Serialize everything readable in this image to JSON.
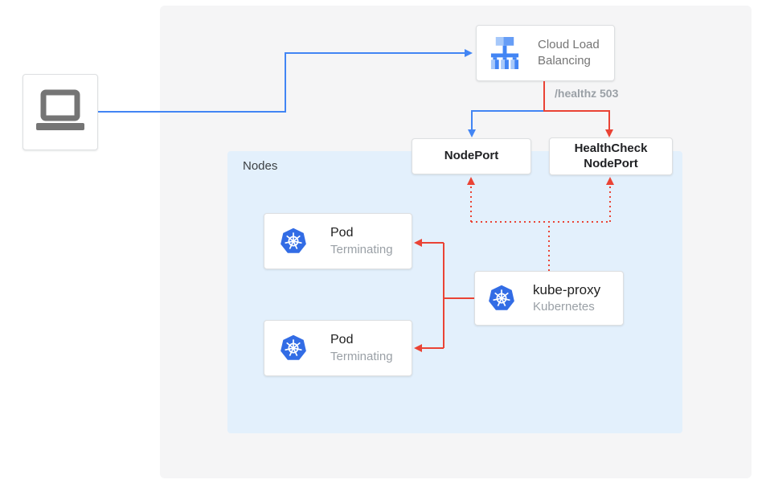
{
  "colors": {
    "traffic_blue": "#4285F4",
    "health_check_red": "#EA4335",
    "nodes_panel_bg": "#E3F0FC",
    "outer_panel_bg": "#F5F5F6",
    "kubernetes_icon_blue": "#326CE5",
    "clb_icon_blue_light": "#A6C8FA",
    "clb_icon_blue_medium": "#669DF6",
    "laptop_icon_gray": "#757575"
  },
  "client": {
    "icon": "laptop-icon"
  },
  "cloud_load_balancing": {
    "label": "Cloud Load Balancing",
    "icon": "cloud-load-balancing-icon"
  },
  "health_check": {
    "label": "/healthz 503"
  },
  "nodeport": {
    "label": "NodePort"
  },
  "healthcheck_nodeport": {
    "label": "HealthCheck NodePort"
  },
  "nodes_group": {
    "label": "Nodes"
  },
  "pods": [
    {
      "title": "Pod",
      "status": "Terminating",
      "icon": "kubernetes-icon"
    },
    {
      "title": "Pod",
      "status": "Terminating",
      "icon": "kubernetes-icon"
    }
  ],
  "kube_proxy": {
    "title": "kube-proxy",
    "subtitle": "Kubernetes",
    "icon": "kubernetes-icon"
  }
}
